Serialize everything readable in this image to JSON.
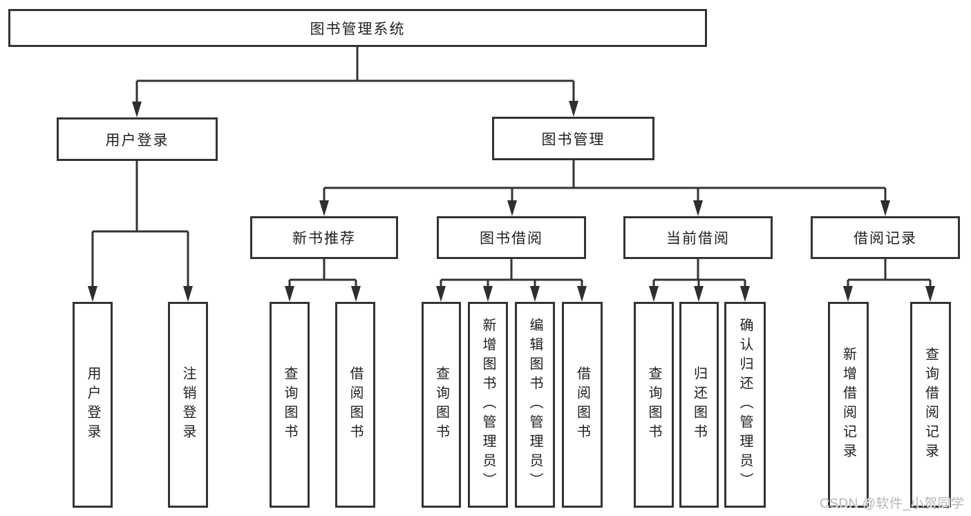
{
  "diagram_title": "图书管理系统",
  "colors": {
    "line": "#333333",
    "box_border": "#333333",
    "text": "#1f1f1f",
    "background": "#ffffff",
    "watermark": "#b5b5b5"
  },
  "watermark": {
    "text": "CSDN @软件_小贺同学"
  },
  "nodes": {
    "root": {
      "label": "图书管理系统"
    },
    "user_login": {
      "label": "用户登录"
    },
    "book_mgmt": {
      "label": "图书管理"
    },
    "new_book_rec": {
      "label": "新书推荐"
    },
    "book_borrow": {
      "label": "图书借阅"
    },
    "current_borrow": {
      "label": "当前借阅"
    },
    "borrow_records": {
      "label": "借阅记录"
    },
    "leaf_user_login": {
      "label": "用户登录"
    },
    "leaf_logout": {
      "label": "注销登录"
    },
    "leaf_query_books_1": {
      "label": "查询图书"
    },
    "leaf_borrow_books_1": {
      "label": "借阅图书"
    },
    "leaf_query_books_2": {
      "label": "查询图书"
    },
    "leaf_add_book_admin": {
      "label": "新增图书（管理员）"
    },
    "leaf_edit_book_admin": {
      "label": "编辑图书（管理员）"
    },
    "leaf_borrow_books_2": {
      "label": "借阅图书"
    },
    "leaf_query_books_3": {
      "label": "查询图书"
    },
    "leaf_return_book": {
      "label": "归还图书"
    },
    "leaf_confirm_return_admin": {
      "label": "确认归还（管理员）"
    },
    "leaf_add_borrow_record": {
      "label": "新增借阅记录"
    },
    "leaf_query_borrow_record": {
      "label": "查询借阅记录"
    }
  }
}
